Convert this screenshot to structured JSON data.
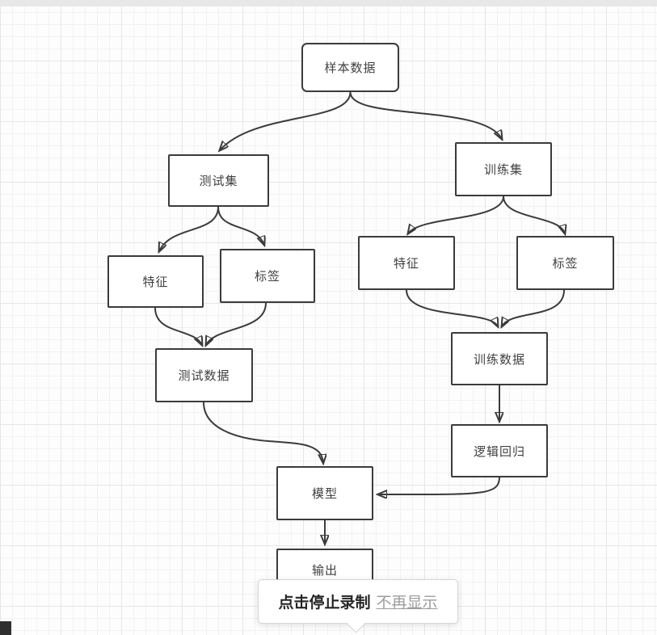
{
  "diagram": {
    "nodes": [
      {
        "id": "sample",
        "label": "样本数据"
      },
      {
        "id": "test-set",
        "label": "测试集"
      },
      {
        "id": "train-set",
        "label": "训练集"
      },
      {
        "id": "test-features",
        "label": "特征"
      },
      {
        "id": "test-labels",
        "label": "标签"
      },
      {
        "id": "train-features",
        "label": "特征"
      },
      {
        "id": "train-labels",
        "label": "标签"
      },
      {
        "id": "test-data",
        "label": "测试数据"
      },
      {
        "id": "train-data",
        "label": "训练数据"
      },
      {
        "id": "logistic",
        "label": "逻辑回归"
      },
      {
        "id": "model",
        "label": "模型"
      },
      {
        "id": "output",
        "label": "输出"
      }
    ],
    "edges": [
      {
        "from": "sample",
        "to": "test-set"
      },
      {
        "from": "sample",
        "to": "train-set"
      },
      {
        "from": "test-set",
        "to": "test-features"
      },
      {
        "from": "test-set",
        "to": "test-labels"
      },
      {
        "from": "test-features",
        "to": "test-data"
      },
      {
        "from": "test-labels",
        "to": "test-data"
      },
      {
        "from": "test-data",
        "to": "model"
      },
      {
        "from": "train-set",
        "to": "train-features"
      },
      {
        "from": "train-set",
        "to": "train-labels"
      },
      {
        "from": "train-features",
        "to": "train-data"
      },
      {
        "from": "train-labels",
        "to": "train-data"
      },
      {
        "from": "train-data",
        "to": "logistic"
      },
      {
        "from": "logistic",
        "to": "model"
      },
      {
        "from": "model",
        "to": "output"
      }
    ]
  },
  "tooltip": {
    "message": "点击停止录制",
    "action_label": "不再显示"
  },
  "colors": {
    "node_border": "#3b3b3b",
    "node_fill": "#ffffff",
    "edge": "#3b3b3b",
    "node_text": "#404040",
    "grid_minor": "#f2f2f2",
    "grid_major": "#e6e6e6",
    "topbar": "#e8e8e8",
    "tooltip_border": "#d6d6d6",
    "tooltip_text": "#262626",
    "tooltip_link": "#9c9c9c"
  }
}
